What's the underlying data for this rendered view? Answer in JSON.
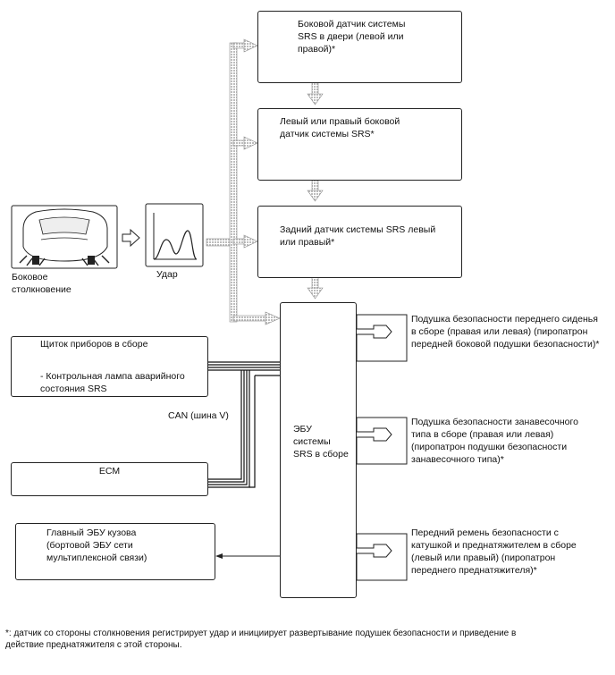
{
  "sensors": {
    "door": "Боковой датчик системы\nSRS в двери (левой или\nправой)*",
    "side": "Левый или правый боковой\nдатчик системы SRS*",
    "rear": "Задний датчик системы SRS левый\nили правый*"
  },
  "impact": {
    "car_caption": "Боковое\nстолкновение",
    "graph_caption": "Удар"
  },
  "ecu": {
    "label": "ЭБУ\nсистемы\nSRS в сборе"
  },
  "meter": {
    "title": "Щиток приборов в сборе",
    "lamp": "- Контрольная лампа аварийного\nсостояния SRS"
  },
  "can_label": "CAN (шина V)",
  "ecm": {
    "label": "ECM"
  },
  "body_ecu": {
    "label": "Главный ЭБУ кузова\n(бортовой ЭБУ сети\nмультиплексной связи)"
  },
  "outputs": {
    "front_seat": "Подушка безопасности переднего сиденья\nв сборе (правая или левая) (пиропатрон\nпередней боковой подушки безопасности)*",
    "curtain": "Подушка безопасности занавесочного\nтипа в сборе (правая или левая)\n(пиропатрон подушки безопасности\nзанавесочного типа)*",
    "belt": "Передний ремень безопасности с\nкатушкой и преднатяжителем в сборе\n(левый или правый) (пиропатрон\nпереднего преднатяжителя)*"
  },
  "footnote": "*: датчик со стороны столкновения регистрирует удар и инициирует развертывание подушек безопасности и приведение в\nдействие преднатяжителя с этой стороны."
}
